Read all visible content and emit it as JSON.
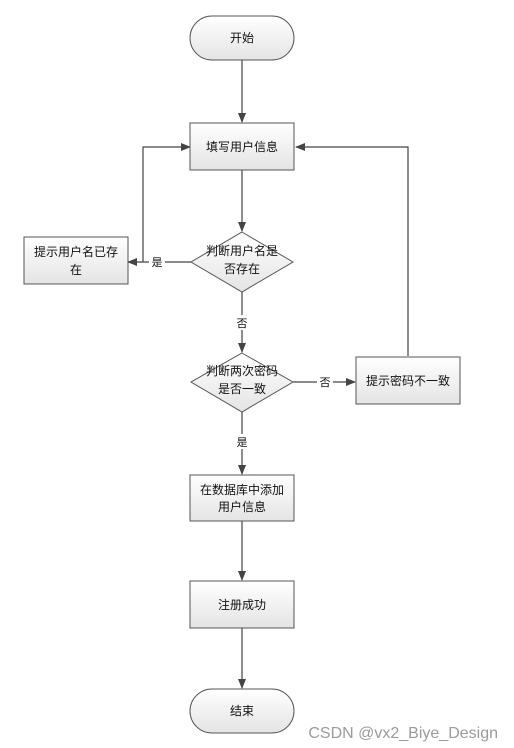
{
  "nodes": {
    "start": "开始",
    "fill_info": "填写用户信息",
    "check_exists": [
      "判断用户名是",
      "否存在"
    ],
    "exists_msg": [
      "提示用户名已存",
      "在"
    ],
    "check_password": [
      "判断两次密码",
      "是否一致"
    ],
    "password_msg": "提示密码不一致",
    "add_db": [
      "在数据库中添加",
      "用户信息"
    ],
    "success": "注册成功",
    "end": "结束"
  },
  "edges": {
    "exists_yes": "是",
    "exists_no": "否",
    "pwd_no": "否",
    "pwd_yes": "是"
  },
  "watermark": "CSDN @vx2_Biye_Design"
}
